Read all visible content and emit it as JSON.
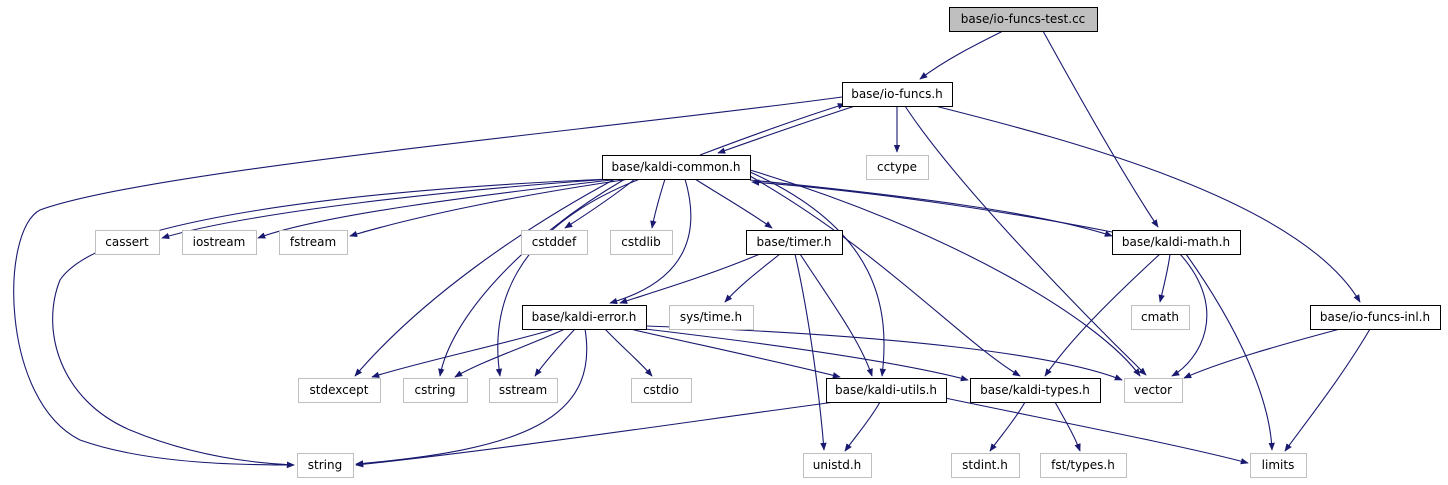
{
  "diagram": {
    "colors": {
      "edge": "#191970",
      "node_border": "#000000",
      "external_border": "#bfbfbf",
      "root_fill": "#bfbfbf",
      "background": "#ffffff"
    },
    "nodes": [
      {
        "id": "io-funcs-test",
        "label": "base/io-funcs-test.cc",
        "kind": "root"
      },
      {
        "id": "io-funcs",
        "label": "base/io-funcs.h",
        "kind": "primary"
      },
      {
        "id": "kaldi-common",
        "label": "base/kaldi-common.h",
        "kind": "primary"
      },
      {
        "id": "cctype",
        "label": "cctype",
        "kind": "external"
      },
      {
        "id": "cassert",
        "label": "cassert",
        "kind": "external"
      },
      {
        "id": "iostream",
        "label": "iostream",
        "kind": "external"
      },
      {
        "id": "fstream",
        "label": "fstream",
        "kind": "external"
      },
      {
        "id": "cstddef",
        "label": "cstddef",
        "kind": "external"
      },
      {
        "id": "cstdlib",
        "label": "cstdlib",
        "kind": "external"
      },
      {
        "id": "timer",
        "label": "base/timer.h",
        "kind": "primary"
      },
      {
        "id": "kaldi-math",
        "label": "base/kaldi-math.h",
        "kind": "primary"
      },
      {
        "id": "kaldi-error",
        "label": "base/kaldi-error.h",
        "kind": "primary"
      },
      {
        "id": "sys-time",
        "label": "sys/time.h",
        "kind": "external"
      },
      {
        "id": "cmath",
        "label": "cmath",
        "kind": "external"
      },
      {
        "id": "io-funcs-inl",
        "label": "base/io-funcs-inl.h",
        "kind": "primary"
      },
      {
        "id": "stdexcept",
        "label": "stdexcept",
        "kind": "external"
      },
      {
        "id": "cstring",
        "label": "cstring",
        "kind": "external"
      },
      {
        "id": "sstream",
        "label": "sstream",
        "kind": "external"
      },
      {
        "id": "cstdio",
        "label": "cstdio",
        "kind": "external"
      },
      {
        "id": "kaldi-utils",
        "label": "base/kaldi-utils.h",
        "kind": "primary"
      },
      {
        "id": "kaldi-types",
        "label": "base/kaldi-types.h",
        "kind": "primary"
      },
      {
        "id": "vector",
        "label": "vector",
        "kind": "external"
      },
      {
        "id": "string",
        "label": "string",
        "kind": "external"
      },
      {
        "id": "unistd",
        "label": "unistd.h",
        "kind": "external"
      },
      {
        "id": "stdint",
        "label": "stdint.h",
        "kind": "external"
      },
      {
        "id": "fst-types",
        "label": "fst/types.h",
        "kind": "external"
      },
      {
        "id": "limits",
        "label": "limits",
        "kind": "external"
      }
    ],
    "edges": [
      {
        "from": "io-funcs-test",
        "to": "io-funcs"
      },
      {
        "from": "io-funcs-test",
        "to": "kaldi-math"
      },
      {
        "from": "io-funcs",
        "to": "kaldi-common"
      },
      {
        "from": "io-funcs",
        "to": "cctype"
      },
      {
        "from": "io-funcs",
        "to": "vector"
      },
      {
        "from": "io-funcs",
        "to": "io-funcs-inl"
      },
      {
        "from": "io-funcs",
        "to": "string"
      },
      {
        "from": "kaldi-common",
        "to": "io-funcs"
      },
      {
        "from": "kaldi-common",
        "to": "cassert"
      },
      {
        "from": "kaldi-common",
        "to": "iostream"
      },
      {
        "from": "kaldi-common",
        "to": "fstream"
      },
      {
        "from": "kaldi-common",
        "to": "cstddef"
      },
      {
        "from": "kaldi-common",
        "to": "cstdlib"
      },
      {
        "from": "kaldi-common",
        "to": "timer"
      },
      {
        "from": "kaldi-common",
        "to": "kaldi-math"
      },
      {
        "from": "kaldi-common",
        "to": "kaldi-error"
      },
      {
        "from": "kaldi-common",
        "to": "stdexcept"
      },
      {
        "from": "kaldi-common",
        "to": "cstring"
      },
      {
        "from": "kaldi-common",
        "to": "sstream"
      },
      {
        "from": "kaldi-common",
        "to": "kaldi-utils"
      },
      {
        "from": "kaldi-common",
        "to": "kaldi-types"
      },
      {
        "from": "kaldi-common",
        "to": "vector"
      },
      {
        "from": "kaldi-common",
        "to": "string"
      },
      {
        "from": "kaldi-math",
        "to": "kaldi-common"
      },
      {
        "from": "kaldi-math",
        "to": "cmath"
      },
      {
        "from": "kaldi-math",
        "to": "kaldi-types"
      },
      {
        "from": "kaldi-math",
        "to": "vector"
      },
      {
        "from": "kaldi-math",
        "to": "limits"
      },
      {
        "from": "timer",
        "to": "kaldi-error"
      },
      {
        "from": "timer",
        "to": "sys-time"
      },
      {
        "from": "timer",
        "to": "kaldi-utils"
      },
      {
        "from": "timer",
        "to": "unistd"
      },
      {
        "from": "kaldi-error",
        "to": "stdexcept"
      },
      {
        "from": "kaldi-error",
        "to": "cstring"
      },
      {
        "from": "kaldi-error",
        "to": "sstream"
      },
      {
        "from": "kaldi-error",
        "to": "cstdio"
      },
      {
        "from": "kaldi-error",
        "to": "kaldi-utils"
      },
      {
        "from": "kaldi-error",
        "to": "kaldi-types"
      },
      {
        "from": "kaldi-error",
        "to": "vector"
      },
      {
        "from": "kaldi-error",
        "to": "string"
      },
      {
        "from": "kaldi-utils",
        "to": "string"
      },
      {
        "from": "kaldi-utils",
        "to": "unistd"
      },
      {
        "from": "kaldi-utils",
        "to": "limits"
      },
      {
        "from": "kaldi-types",
        "to": "stdint"
      },
      {
        "from": "kaldi-types",
        "to": "fst-types"
      },
      {
        "from": "io-funcs-inl",
        "to": "vector"
      },
      {
        "from": "io-funcs-inl",
        "to": "limits"
      }
    ]
  }
}
